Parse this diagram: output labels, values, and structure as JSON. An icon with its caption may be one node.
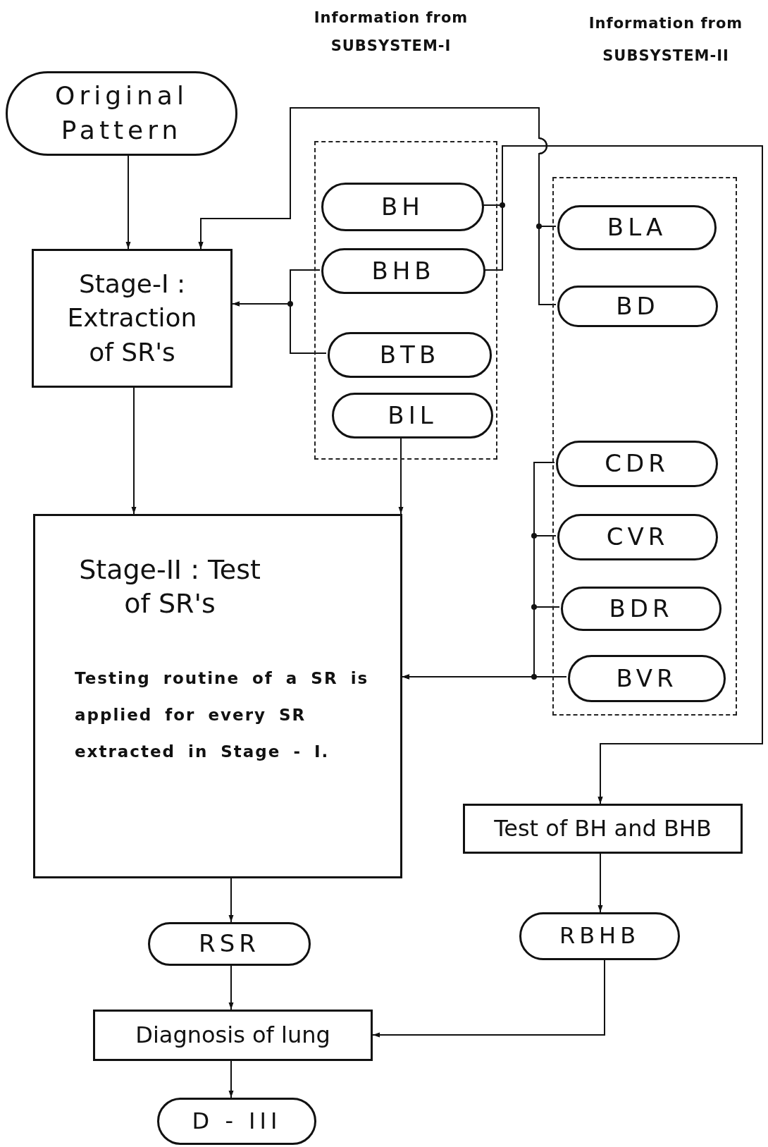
{
  "diagram": {
    "nodes": [
      {
        "text": [
          "Original Pattern"
        ]
      },
      {
        "text": [
          "Stage-I : Extraction of SR's"
        ]
      },
      {
        "text": [],
        "shape": "box"
      },
      {
        "text": [
          "BH"
        ],
        "in": 2
      },
      {
        "text": [
          "BHB"
        ],
        "in": 2
      },
      {
        "text": [
          "BTB"
        ],
        "in": 2
      },
      {
        "text": [
          "BIL"
        ],
        "in": 2
      },
      {
        "text": [],
        "shape": "box"
      },
      {
        "text": [
          "BLA"
        ],
        "in": 7
      },
      {
        "text": [
          "BD"
        ],
        "in": 7
      },
      {
        "text": [
          "CDR"
        ],
        "in": 7
      },
      {
        "text": [
          "CVR"
        ],
        "in": 7
      },
      {
        "text": [
          "BDR"
        ],
        "in": 7
      },
      {
        "text": [
          "BVR"
        ],
        "in": 7
      },
      {
        "text": [
          "Stage-II : Test of SR's",
          "Testing routine of a SR is applied for every SR extracted in Stage - I."
        ]
      },
      {
        "text": [
          "Test of BH and BHB"
        ]
      },
      {
        "text": [
          "RSR"
        ]
      },
      {
        "text": [
          "RBHB"
        ]
      },
      {
        "text": [
          "Diagnosis of lung"
        ]
      },
      {
        "text": [
          "D - III"
        ]
      }
    ],
    "edges": [
      {
        "from": 0,
        "to": 1,
        "arrow": "to"
      },
      {
        "from": 1,
        "to": 14,
        "arrow": "to"
      },
      {
        "from": 6,
        "to": 14,
        "arrow": "to"
      },
      {
        "from": 4,
        "to": 1,
        "arrow": "to"
      },
      {
        "from": 5,
        "to": 1,
        "arrow": "to"
      },
      {
        "from": 3,
        "to": 15,
        "arrow": "to"
      },
      {
        "from": 4,
        "to": 15,
        "arrow": "to"
      },
      {
        "from": 8,
        "to": 1,
        "arrow": "to"
      },
      {
        "from": 9,
        "to": 1,
        "arrow": "to"
      },
      {
        "from": 10,
        "to": 14,
        "arrow": "to"
      },
      {
        "from": 11,
        "to": 14,
        "arrow": "to"
      },
      {
        "from": 12,
        "to": 14,
        "arrow": "to"
      },
      {
        "from": 13,
        "to": 14,
        "arrow": "to"
      },
      {
        "from": 14,
        "to": 16,
        "arrow": "to"
      },
      {
        "from": 16,
        "to": 18,
        "arrow": "to"
      },
      {
        "from": 15,
        "to": 17,
        "arrow": "to"
      },
      {
        "from": 17,
        "to": 18,
        "arrow": "to"
      },
      {
        "from": 18,
        "to": 19,
        "arrow": "to"
      }
    ],
    "labels": [
      "Information from SUBSYSTEM-I",
      "Information from SUBSYSTEM-II"
    ]
  }
}
